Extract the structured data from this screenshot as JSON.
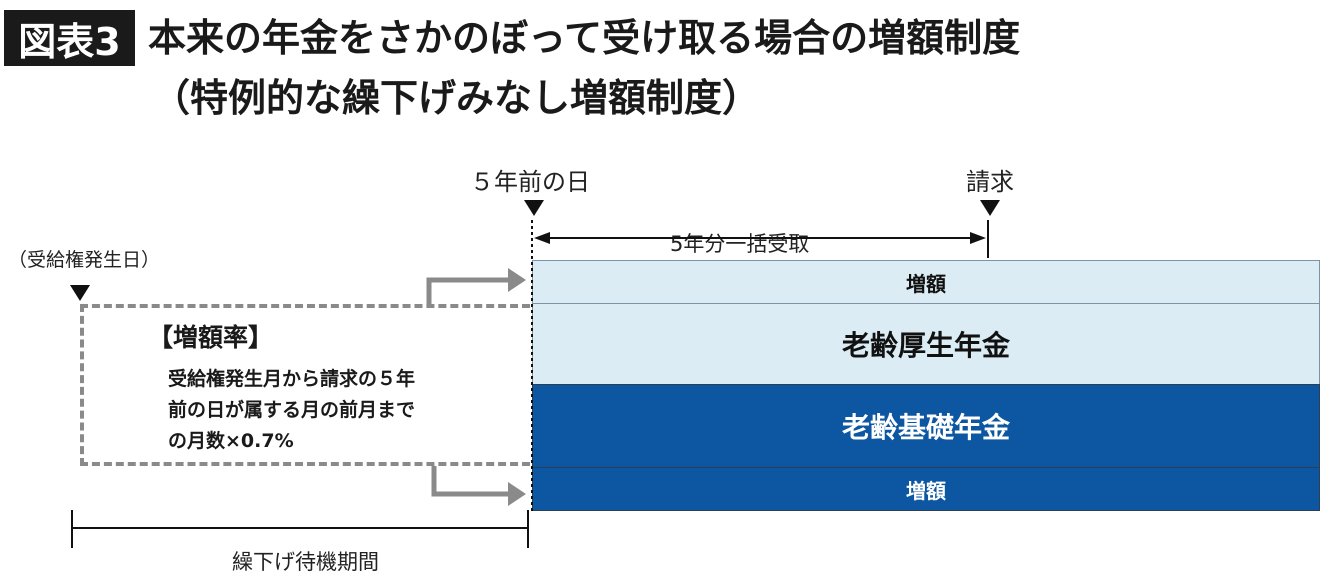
{
  "title": {
    "badge": "図表3",
    "line1": "本来の年金をさかのぼって受け取る場合の増額制度",
    "line2": "（特例的な繰下げみなし増額制度）"
  },
  "timeline": {
    "five_years_before": "５年前の日",
    "claim": "請求",
    "lump_sum": "5年分一括受取",
    "entitlement_date": "（受給権発生日）",
    "waiting_period": "繰下げ待機期間"
  },
  "rate_box": {
    "heading": "【増額率】",
    "lines": [
      "受給権発生月から請求の５年",
      "前の日が属する月の前月まで",
      "の月数×0.7%"
    ]
  },
  "bars": [
    {
      "label": "増額",
      "style": "light"
    },
    {
      "label": "老齢厚生年金",
      "style": "light"
    },
    {
      "label": "老齢基礎年金",
      "style": "dark"
    },
    {
      "label": "増額",
      "style": "dark"
    }
  ],
  "colors": {
    "light_bar": "#dbecf4",
    "dark_bar": "#0d56a1",
    "dashed_line": "#8a8a8a",
    "arrow": "#8a8a8a"
  }
}
